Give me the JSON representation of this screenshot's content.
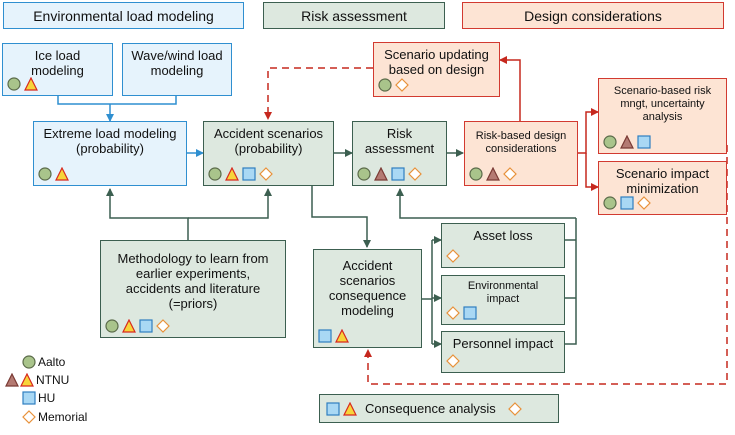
{
  "headers": {
    "environmental": "Environmental load modeling",
    "risk": "Risk assessment",
    "design": "Design considerations"
  },
  "boxes": {
    "ice_load": "Ice load\nmodeling",
    "wave_wind": "Wave/wind load\nmodeling",
    "extreme_load": "Extreme load modeling\n(probability)",
    "accident_scenarios": "Accident scenarios\n(probability)",
    "risk_assessment": "Risk\nassessment",
    "risk_based_design": "Risk-based design\nconsiderations",
    "scenario_updating": "Scenario updating\nbased on design",
    "scenario_risk_mgmt": "Scenario-based risk\nmngt, uncertainty\nanalysis",
    "scenario_impact": "Scenario impact\nminimization",
    "methodology": "Methodology to learn from\nearlier experiments,\naccidents and literature\n(=priors)",
    "consequence_modeling": "Accident\nscenarios\nconsequence\nmodeling",
    "asset_loss": "Asset loss",
    "environmental_impact": "Environmental\nimpact",
    "personnel_impact": "Personnel impact",
    "consequence_analysis": "Consequence analysis"
  },
  "legend": {
    "aalto": "Aalto",
    "ntnu": "NTNU",
    "hu": "HU",
    "memorial": "Memorial"
  },
  "icon_names": [
    "circle-icon",
    "triangle-icon",
    "square-icon",
    "diamond-icon"
  ],
  "colors": {
    "blue_border": "#2f8fd0",
    "blue_fill": "#e6f3fc",
    "green_border": "#3c5f50",
    "green_fill": "#dde8df",
    "red_border": "#d23a30",
    "red_fill": "#fde4d4",
    "circle": "#a9c48b",
    "triangle_yellow": "#f7d43a",
    "triangle_red": "#b47a72",
    "square": "#a9d8f4",
    "diamond": "#e8913a"
  }
}
